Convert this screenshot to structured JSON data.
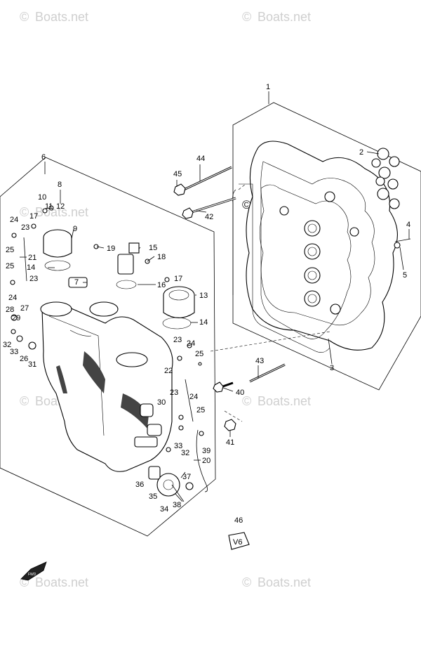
{
  "watermarks": {
    "text": "Boats.net",
    "symbol": "©"
  },
  "callouts": {
    "c1": "1",
    "c2": "2",
    "c3": "3",
    "c4": "4",
    "c5": "5",
    "c6": "6",
    "c7": "7",
    "c8": "8",
    "c9": "9",
    "c10": "10",
    "c11": "11",
    "c12": "12",
    "c13": "13",
    "c14a": "14",
    "c14b": "14",
    "c15": "15",
    "c16": "16",
    "c17a": "17",
    "c17b": "17",
    "c18": "18",
    "c19": "19",
    "c20": "20",
    "c21": "21",
    "c22": "22",
    "c23a": "23",
    "c23b": "23",
    "c23c": "23",
    "c23d": "23",
    "c24a": "24",
    "c24b": "24",
    "c24c": "24",
    "c24d": "24",
    "c25a": "25",
    "c25b": "25",
    "c25c": "25",
    "c25d": "25",
    "c26": "26",
    "c27": "27",
    "c28": "28",
    "c29": "29",
    "c30": "30",
    "c31": "31",
    "c32a": "32",
    "c32b": "32",
    "c33a": "33",
    "c33b": "33",
    "c34": "34",
    "c35": "35",
    "c36": "36",
    "c37": "37",
    "c38": "38",
    "c39": "39",
    "c40": "40",
    "c41": "41",
    "c42": "42",
    "c43": "43",
    "c44": "44",
    "c45": "45",
    "c46": "46"
  },
  "badges": {
    "v6": "V6",
    "fwd": "FWD"
  }
}
